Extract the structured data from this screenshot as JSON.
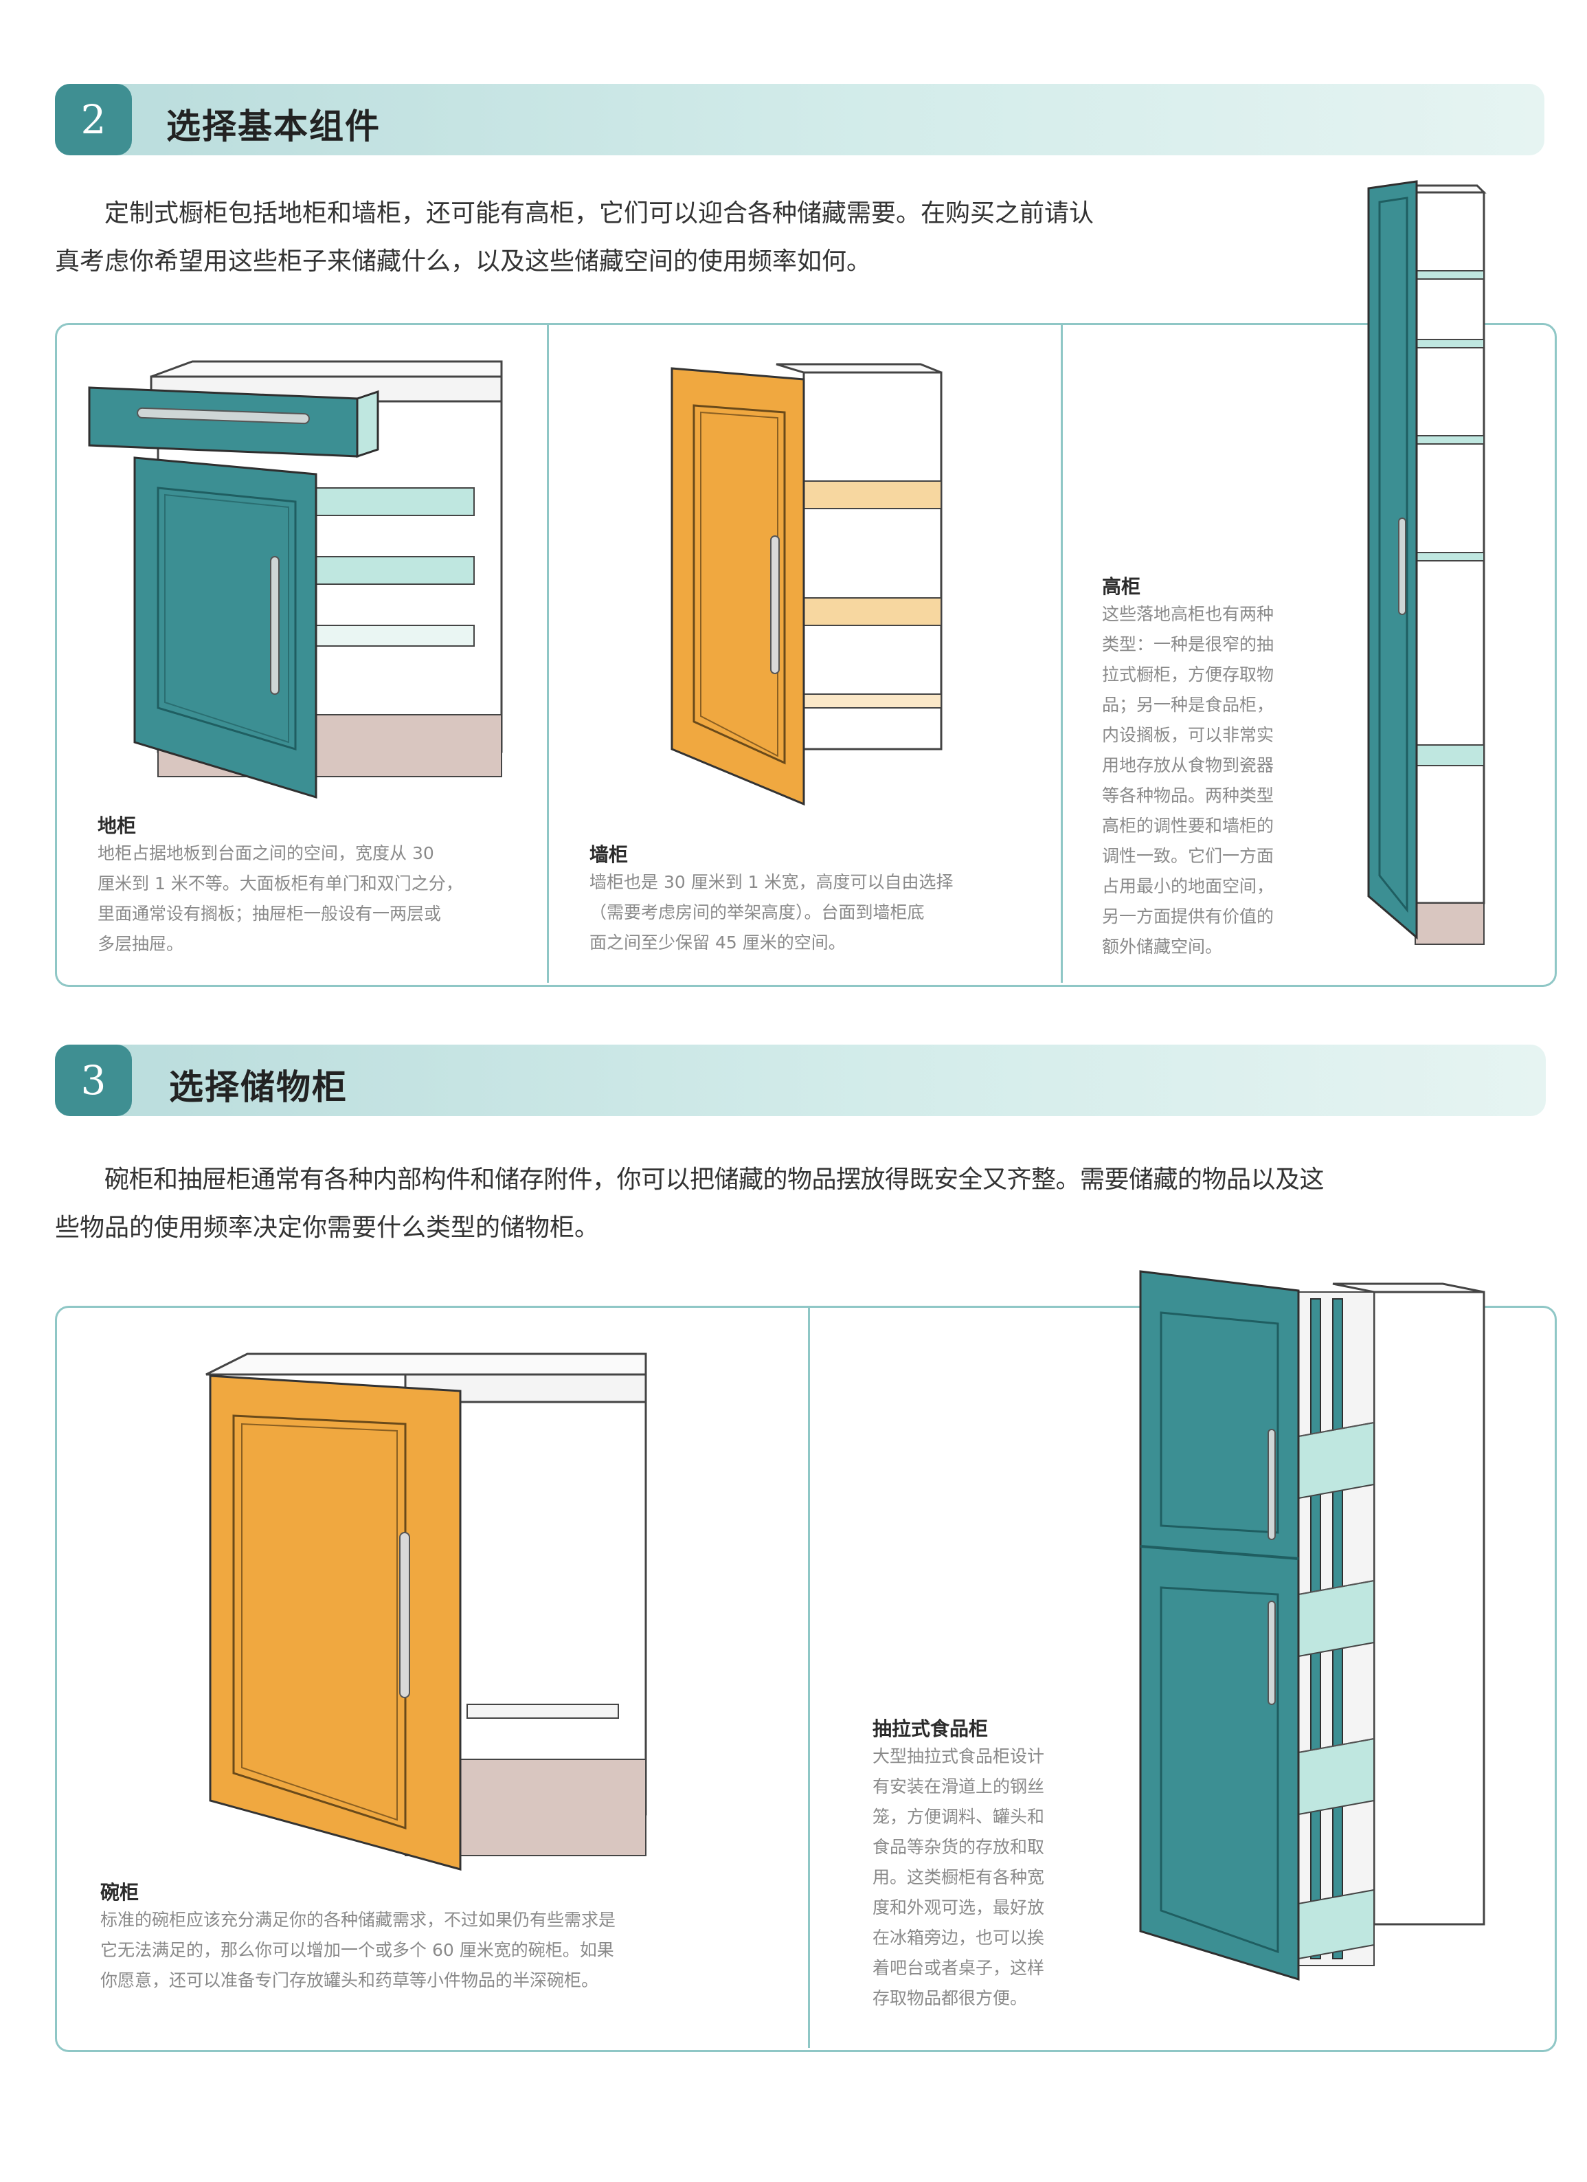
{
  "section2": {
    "number": "2",
    "title": "选择基本组件",
    "intro_line1": "定制式橱柜包括地柜和墙柜，还可能有高柜，它们可以迎合各种储藏需要。在购买之前请认",
    "intro_line2": "真考虑你希望用这些柜子来储藏什么，以及这些储藏空间的使用频率如何。",
    "base_cabinet": {
      "title": "地柜",
      "lines": [
        "地柜占据地板到台面之间的空间，宽度从 30",
        "厘米到 1 米不等。大面板柜有单门和双门之分，",
        "里面通常设有搁板；抽屉柜一般设有一两层或",
        "多层抽屉。"
      ]
    },
    "wall_cabinet": {
      "title": "墙柜",
      "lines": [
        "墙柜也是 30 厘米到 1 米宽，高度可以自由选择",
        "（需要考虑房间的举架高度）。台面到墙柜底",
        "面之间至少保留 45 厘米的空间。"
      ]
    },
    "tall_cabinet": {
      "title": "高柜",
      "lines": [
        "这些落地高柜也有两种",
        "类型：一种是很窄的抽",
        "拉式橱柜，方便存取物",
        "品；另一种是食品柜，",
        "内设搁板，可以非常实",
        "用地存放从食物到瓷器",
        "等各种物品。两种类型",
        "高柜的调性要和墙柜的",
        "调性一致。它们一方面",
        "占用最小的地面空间，",
        "另一方面提供有价值的",
        "额外储藏空间。"
      ]
    }
  },
  "section3": {
    "number": "3",
    "title": "选择储物柜",
    "intro_line1": "碗柜和抽屉柜通常有各种内部构件和储存附件，你可以把储藏的物品摆放得既安全又齐整。需要储藏的物品以及这",
    "intro_line2": "些物品的使用频率决定你需要什么类型的储物柜。",
    "cupboard": {
      "title": "碗柜",
      "lines": [
        "标准的碗柜应该充分满足你的各种储藏需求，不过如果仍有些需求是",
        "它无法满足的，那么你可以增加一个或多个 60 厘米宽的碗柜。如果",
        "你愿意，还可以准备专门存放罐头和药草等小件物品的半深碗柜。"
      ]
    },
    "larder": {
      "title": "抽拉式食品柜",
      "lines": [
        "大型抽拉式食品柜设计",
        "有安装在滑道上的钢丝",
        "笼，方便调料、罐头和",
        "食品等杂货的存放和取",
        "用。这类橱柜有各种宽",
        "度和外观可选，最好放",
        "在冰箱旁边，也可以挨",
        "着吧台或者桌子，这样",
        "存取物品都很方便。"
      ]
    }
  },
  "colors": {
    "teal": "#3c8f93",
    "orange": "#f0a840",
    "mint": "#bfe7e0",
    "plinth": "#d9c6c0"
  }
}
